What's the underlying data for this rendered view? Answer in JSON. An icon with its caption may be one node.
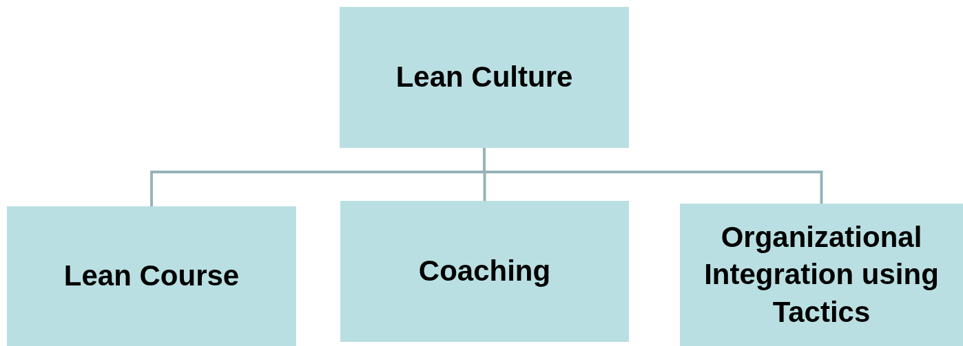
{
  "diagram": {
    "nodes": [
      {
        "text": [
          "Lean Culture"
        ]
      },
      {
        "text": [
          "Lean Course"
        ]
      },
      {
        "text": [
          "Coaching"
        ]
      },
      {
        "text": [
          "Organizational Integration using Tactics"
        ]
      }
    ],
    "edges": [
      {
        "from": 0,
        "to": 1,
        "arrow": "none"
      },
      {
        "from": 0,
        "to": 2,
        "arrow": "none"
      },
      {
        "from": 0,
        "to": 3,
        "arrow": "none"
      }
    ]
  }
}
